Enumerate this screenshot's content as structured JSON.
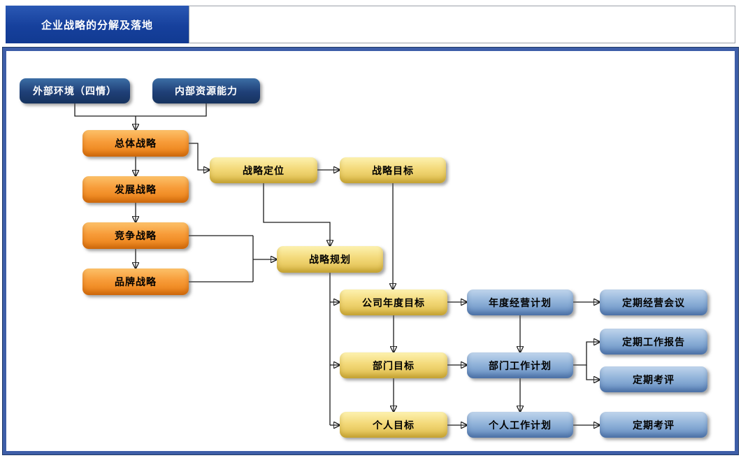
{
  "page": {
    "title": "企业战略的分解及落地"
  },
  "colors": {
    "title_bg": "#16409C",
    "frame_border": "#3E5EA8",
    "navy_box": "#1F3F77",
    "orange_box": "#F79B38",
    "yellow_box": "#F3D979",
    "steelblue_box": "#92B4DA",
    "connector": "#1A1A1A"
  },
  "diagram": {
    "nodes": [
      {
        "id": "external-environment",
        "label": "外部环境（四情）",
        "type": "navy"
      },
      {
        "id": "internal-resources",
        "label": "内部资源能力",
        "type": "navy"
      },
      {
        "id": "overall-strategy",
        "label": "总体战略",
        "type": "orange"
      },
      {
        "id": "development-strategy",
        "label": "发展战略",
        "type": "orange"
      },
      {
        "id": "competition-strategy",
        "label": "竞争战略",
        "type": "orange"
      },
      {
        "id": "brand-strategy",
        "label": "品牌战略",
        "type": "orange"
      },
      {
        "id": "strategy-positioning",
        "label": "战略定位",
        "type": "yellow"
      },
      {
        "id": "strategy-target",
        "label": "战略目标",
        "type": "yellow"
      },
      {
        "id": "strategy-planning",
        "label": "战略规划",
        "type": "yellow"
      },
      {
        "id": "company-annual-target",
        "label": "公司年度目标",
        "type": "yellow"
      },
      {
        "id": "department-target",
        "label": "部门目标",
        "type": "yellow"
      },
      {
        "id": "personal-target",
        "label": "个人目标",
        "type": "yellow"
      },
      {
        "id": "annual-operation-plan",
        "label": "年度经营计划",
        "type": "blue"
      },
      {
        "id": "department-work-plan",
        "label": "部门工作计划",
        "type": "blue"
      },
      {
        "id": "personal-work-plan",
        "label": "个人工作计划",
        "type": "blue"
      },
      {
        "id": "regular-operation-meeting",
        "label": "定期经营会议",
        "type": "blue"
      },
      {
        "id": "regular-work-report",
        "label": "定期工作报告",
        "type": "blue"
      },
      {
        "id": "regular-assessment-1",
        "label": "定期考评",
        "type": "blue"
      },
      {
        "id": "regular-assessment-2",
        "label": "定期考评",
        "type": "blue"
      }
    ],
    "edges": [
      {
        "from": "external-environment",
        "to": "overall-strategy"
      },
      {
        "from": "internal-resources",
        "to": "overall-strategy"
      },
      {
        "from": "overall-strategy",
        "to": "development-strategy"
      },
      {
        "from": "development-strategy",
        "to": "competition-strategy"
      },
      {
        "from": "competition-strategy",
        "to": "brand-strategy"
      },
      {
        "from": "overall-strategy",
        "to": "strategy-positioning"
      },
      {
        "from": "strategy-positioning",
        "to": "strategy-target"
      },
      {
        "from": "strategy-positioning",
        "to": "strategy-planning"
      },
      {
        "from": "competition-strategy",
        "to": "strategy-planning"
      },
      {
        "from": "brand-strategy",
        "to": "strategy-planning"
      },
      {
        "from": "strategy-target",
        "to": "company-annual-target"
      },
      {
        "from": "strategy-planning",
        "to": "company-annual-target"
      },
      {
        "from": "strategy-planning",
        "to": "department-target"
      },
      {
        "from": "strategy-planning",
        "to": "personal-target"
      },
      {
        "from": "company-annual-target",
        "to": "department-target"
      },
      {
        "from": "department-target",
        "to": "personal-target"
      },
      {
        "from": "company-annual-target",
        "to": "annual-operation-plan"
      },
      {
        "from": "annual-operation-plan",
        "to": "regular-operation-meeting"
      },
      {
        "from": "annual-operation-plan",
        "to": "department-work-plan"
      },
      {
        "from": "department-target",
        "to": "department-work-plan"
      },
      {
        "from": "department-work-plan",
        "to": "regular-work-report"
      },
      {
        "from": "department-work-plan",
        "to": "regular-assessment-1"
      },
      {
        "from": "department-work-plan",
        "to": "personal-work-plan"
      },
      {
        "from": "personal-target",
        "to": "personal-work-plan"
      },
      {
        "from": "personal-work-plan",
        "to": "regular-assessment-2"
      }
    ]
  }
}
